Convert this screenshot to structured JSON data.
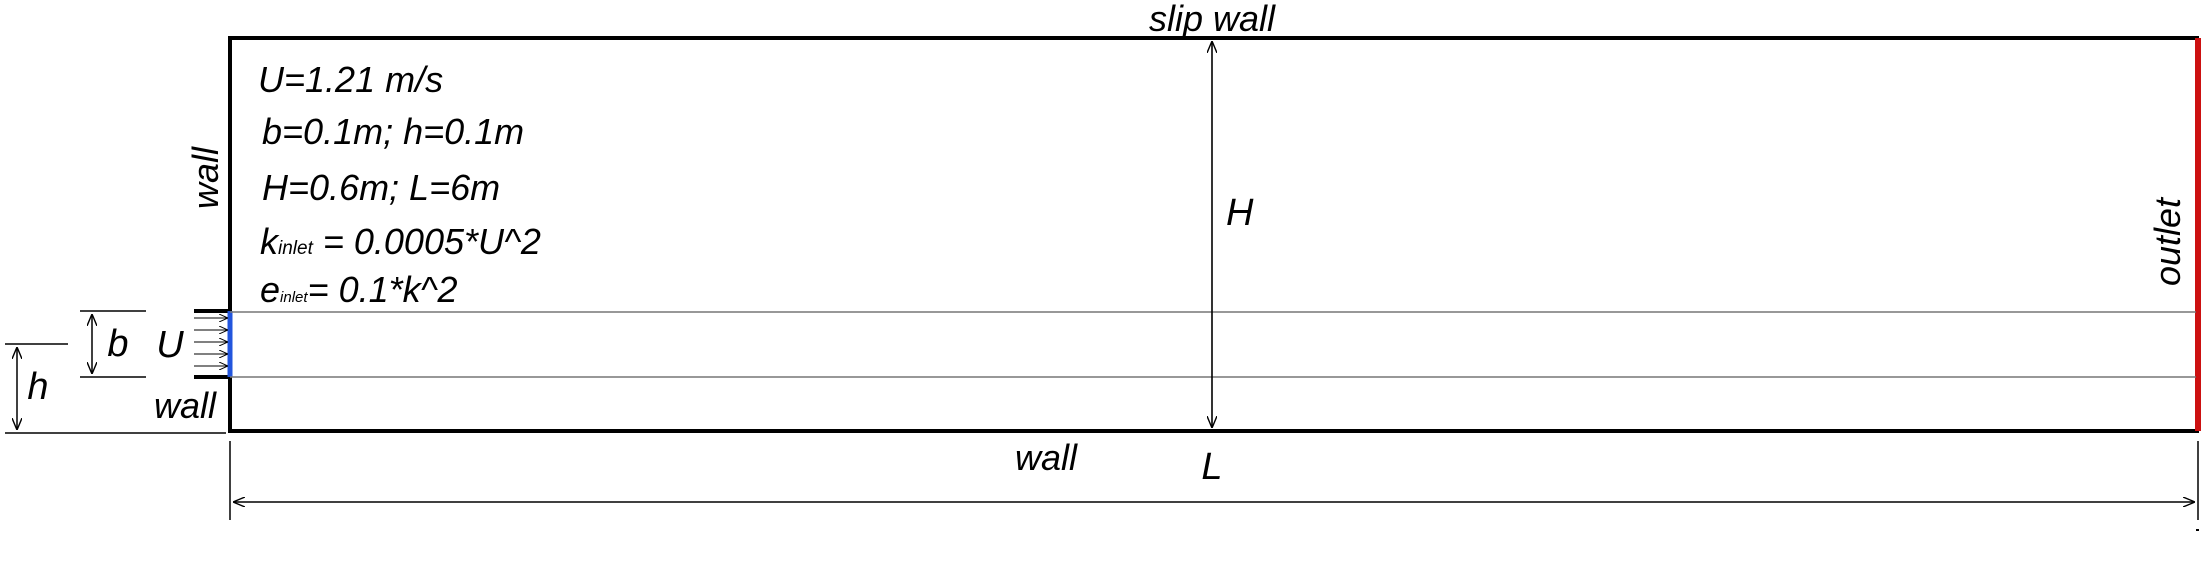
{
  "diagram": {
    "labels": {
      "slip_wall": "slip wall",
      "left_wall": "wall",
      "lower_inlet_wall": "wall",
      "bottom_wall": "wall",
      "outlet": "outlet",
      "inlet_velocity": "U",
      "dim_H": "H",
      "dim_L": "L",
      "dim_b": "b",
      "dim_h": "h"
    },
    "parameters": {
      "velocity": "U=1.21 m/s",
      "inlet_size": "b=0.1m; h=0.1m",
      "domain_size": "H=0.6m; L=6m",
      "k_symbol": "k",
      "k_subscript": "inlet",
      "k_formula": " = 0.0005*U^2",
      "e_symbol": "e",
      "e_subscript": "inlet",
      "e_formula": "= 0.1*k^2"
    },
    "colors": {
      "inlet_boundary": "#2255dd",
      "outlet_boundary": "#cc1111",
      "walls": "#000000",
      "guide_lines": "#777777"
    }
  }
}
